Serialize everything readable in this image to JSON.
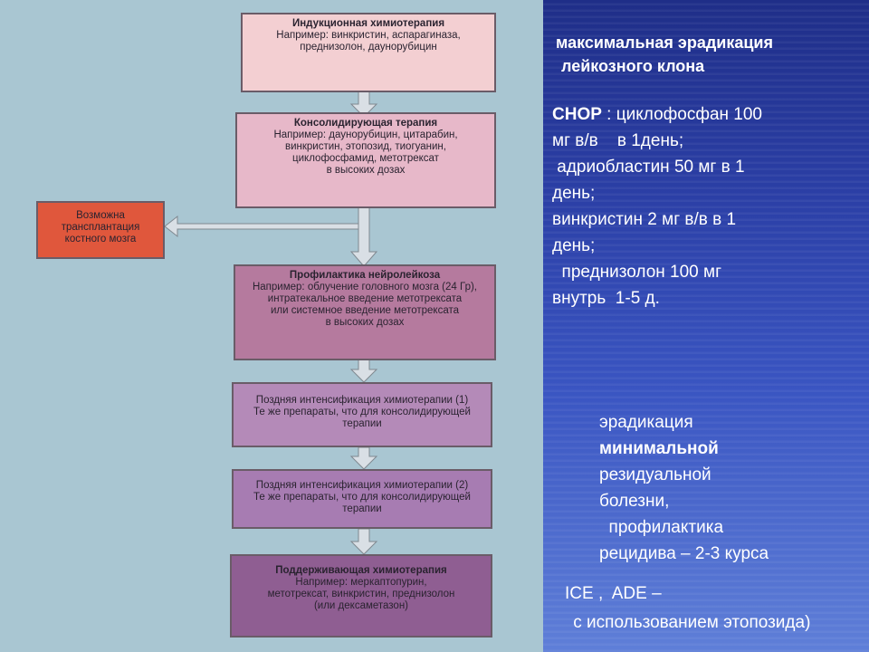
{
  "flowchart": {
    "steps": [
      {
        "title": "Индукционная химиотерапия",
        "body": "Например: винкристин, аспарагиназа,\nпреднизолон, даунорубицин",
        "color": "#f3cfd2"
      },
      {
        "title": "Консолидирующая терапия",
        "body": "Например: даунорубицин, цитарабин,\nвинкристин, этопозид, тиогуанин,\nциклофосфамид, метотрексат\nв высоких дозах",
        "color": "#e7b8c9"
      },
      {
        "title": "Профилактика нейролейкоза",
        "body": "Например: облучение головного мозга (24 Гр),\nинтратекальное введение метотрексата\nили системное введение метотрексата\nв высоких дозах",
        "color": "#b57a9e"
      },
      {
        "title": "",
        "body": "Поздняя интенсификация химиотерапии (1)\nТе же препараты, что для консолидирующей\nтерапии",
        "color": "#b48ab8"
      },
      {
        "title": "",
        "body": "Поздняя интенсификация химиотерапии (2)\nТе же препараты, что для консолидирующей\nтерапии",
        "color": "#a77cb2"
      },
      {
        "title": "Поддерживающая химиотерапия",
        "body": "Например: меркаптопурин,\nметотрексат, винкристин, преднизолон\n(или дексаметазон)",
        "color": "#8f5e92"
      }
    ],
    "side_box": {
      "body": "Возможна\nтрансплантация\nкостного мозга",
      "color": "#e0573c"
    }
  },
  "panel": {
    "heading_line1": "максимальная эрадикация",
    "heading_line2": "лейкозного клона",
    "chop_label": "CHOP",
    "chop_lines": [
      " : циклофосфан 100",
      "мг в/в    в 1день;",
      " адриобластин 50 мг в 1",
      "день;",
      "винкристин 2 мг в/в в 1",
      "день;",
      "  преднизолон 100 мг",
      "внутрь  1-5 д."
    ],
    "mrd_lines": [
      {
        "text": "эрадикация",
        "bold": false
      },
      {
        "text": "минимальной",
        "bold": true
      },
      {
        "text": "резидуальной",
        "bold": false
      },
      {
        "text": "болезни,",
        "bold": false
      },
      {
        "text": "  профилактика",
        "bold": false
      },
      {
        "text": "рецидива – 2-3 курса",
        "bold": false
      }
    ],
    "ice_line1": "ICE ,  ADE –",
    "ice_line2": " с использованием этопозида)"
  },
  "colors": {
    "arrow": "#d7dde3",
    "arrow_stroke": "#7f8890",
    "background_left": "#a9c6d2"
  }
}
